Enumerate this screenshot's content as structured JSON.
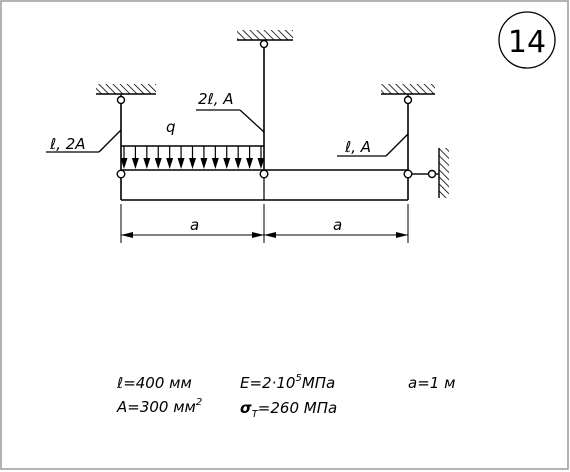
{
  "problem_number": "14",
  "labels": {
    "left_rod": "ℓ, 2A",
    "middle_rod": "2ℓ, A",
    "right_rod": "ℓ, A",
    "load": "q",
    "dim_left": "a",
    "dim_right": "a"
  },
  "params": {
    "l": "ℓ=400 мм",
    "A_prefix": "A=300 мм",
    "A_sup": "2",
    "E_prefix": "E=2·10",
    "E_sup": "5",
    "E_suffix": "МПа",
    "sigma_symbol": "σ",
    "sigma_sub": "T",
    "sigma_value": "=260 МПа",
    "a": "a=1 м"
  }
}
